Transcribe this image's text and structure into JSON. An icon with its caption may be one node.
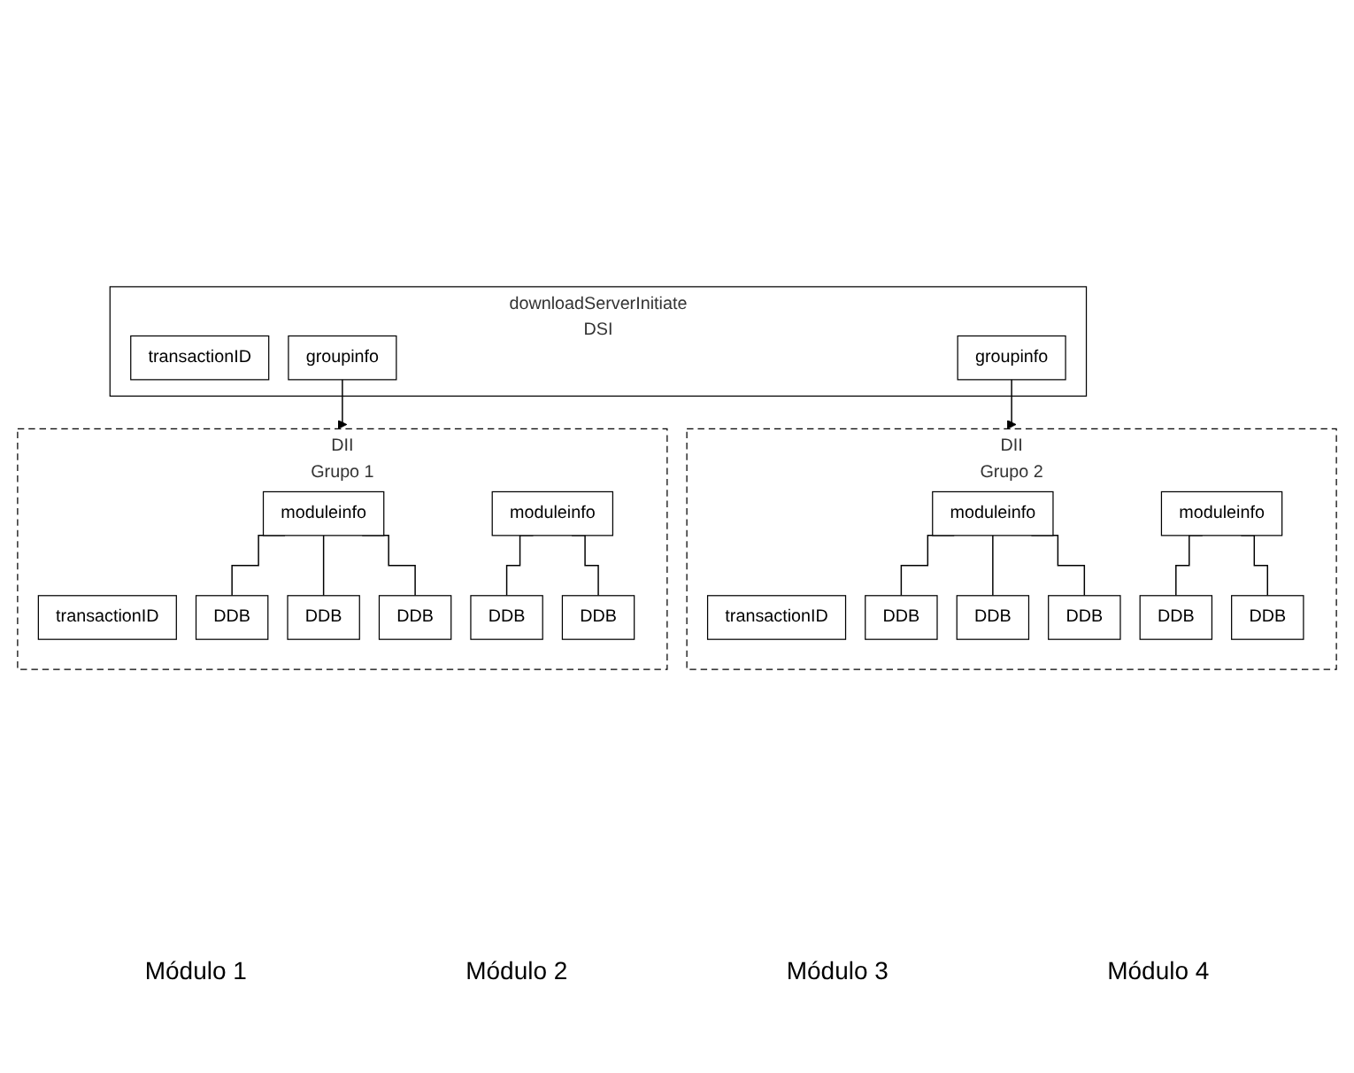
{
  "diagram": {
    "nodes": [
      {
        "text": [
          "downloadServerInitiate",
          "DSI"
        ]
      },
      {
        "text": [
          "transactionID"
        ],
        "in": 0
      },
      {
        "text": [
          "groupinfo"
        ],
        "in": 0
      },
      {
        "text": [
          "groupinfo"
        ],
        "in": 0
      },
      {
        "text": [
          "DII",
          "Grupo 1"
        ]
      },
      {
        "text": [
          "transactionID"
        ],
        "in": 4
      },
      {
        "text": [
          "moduleinfo"
        ],
        "in": 4
      },
      {
        "text": [
          "DDB"
        ],
        "in": 4
      },
      {
        "text": [
          "DDB"
        ],
        "in": 4
      },
      {
        "text": [
          "DDB"
        ],
        "in": 4
      },
      {
        "text": [
          "moduleinfo"
        ],
        "in": 4
      },
      {
        "text": [
          "DDB"
        ],
        "in": 4
      },
      {
        "text": [
          "DDB"
        ],
        "in": 4
      },
      {
        "text": [
          "DII",
          "Grupo 2"
        ]
      },
      {
        "text": [
          "transactionID"
        ],
        "in": 13
      },
      {
        "text": [
          "moduleinfo"
        ],
        "in": 13
      },
      {
        "text": [
          "DDB"
        ],
        "in": 13
      },
      {
        "text": [
          "DDB"
        ],
        "in": 13
      },
      {
        "text": [
          "DDB"
        ],
        "in": 13
      },
      {
        "text": [
          "moduleinfo"
        ],
        "in": 13
      },
      {
        "text": [
          "DDB"
        ],
        "in": 13
      },
      {
        "text": [
          "DDB"
        ],
        "in": 13
      }
    ],
    "edges": [
      {
        "from": 2,
        "to": 4,
        "arrow": "to"
      },
      {
        "from": 3,
        "to": 13,
        "arrow": "to"
      },
      {
        "from": 6,
        "to": 7,
        "arrow": "none"
      },
      {
        "from": 6,
        "to": 8,
        "arrow": "none"
      },
      {
        "from": 6,
        "to": 9,
        "arrow": "none"
      },
      {
        "from": 10,
        "to": 11,
        "arrow": "none"
      },
      {
        "from": 10,
        "to": 12,
        "arrow": "none"
      },
      {
        "from": 15,
        "to": 16,
        "arrow": "none"
      },
      {
        "from": 15,
        "to": 17,
        "arrow": "none"
      },
      {
        "from": 15,
        "to": 18,
        "arrow": "none"
      },
      {
        "from": 19,
        "to": 20,
        "arrow": "none"
      },
      {
        "from": 19,
        "to": 21,
        "arrow": "none"
      }
    ],
    "labels": [
      "Módulo 1",
      "Módulo 2",
      "Módulo 3",
      "Módulo 4"
    ]
  }
}
